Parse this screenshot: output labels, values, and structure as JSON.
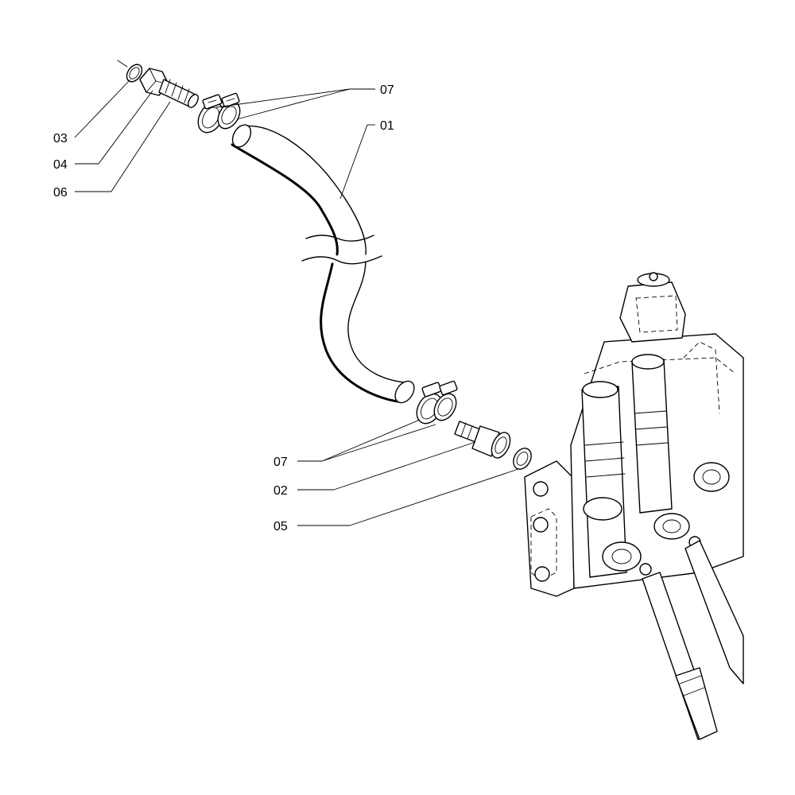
{
  "diagram": {
    "callouts": {
      "c01": "01",
      "c02": "02",
      "c03": "03",
      "c04": "04",
      "c05": "05",
      "c06": "06",
      "c07_top": "07",
      "c07_bottom": "07"
    }
  }
}
